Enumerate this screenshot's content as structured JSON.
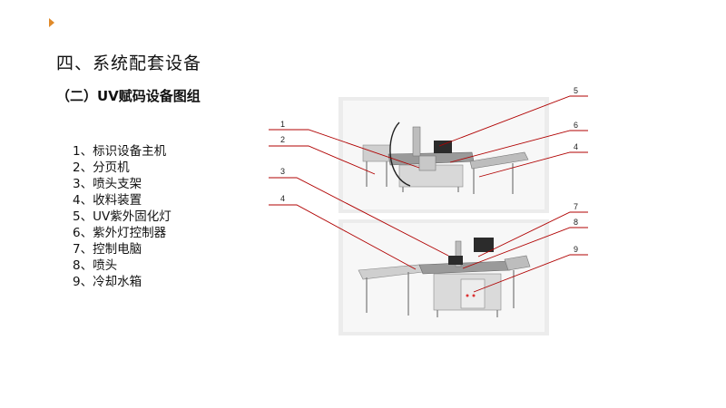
{
  "slide": {
    "title": "四、系统配套设备",
    "subtitle": "（二）UV赋码设备图组",
    "items": [
      "1、标识设备主机",
      "2、分页机",
      "3、喷头支架",
      "4、收料装置",
      "5、UV紫外固化灯",
      "6、紫外灯控制器",
      "7、控制电脑",
      "8、喷头",
      "9、冷却水箱"
    ]
  },
  "figure": {
    "callouts": [
      "1",
      "2",
      "3",
      "4",
      "5",
      "6",
      "4",
      "7",
      "8",
      "9"
    ],
    "accent_color": "#e08a2a",
    "leader_color": "#b00000"
  }
}
